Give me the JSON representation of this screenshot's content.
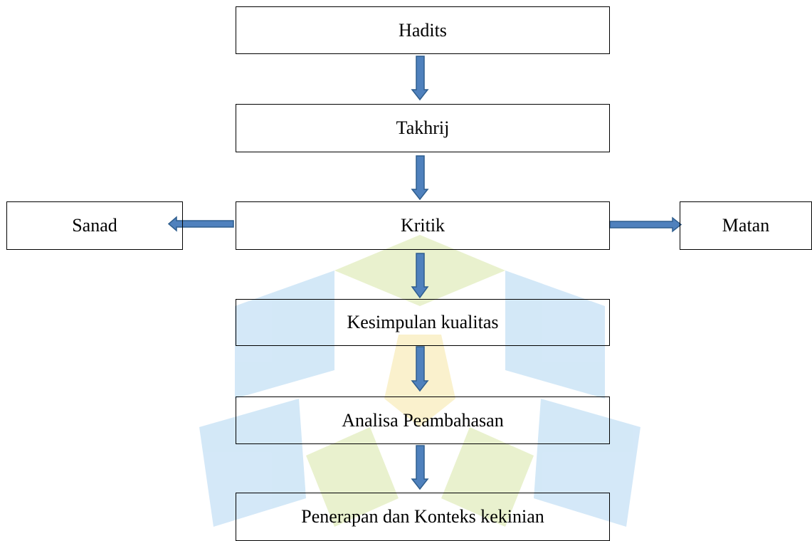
{
  "nodes": {
    "hadits": "Hadits",
    "takhrij": "Takhrij",
    "kritik": "Kritik",
    "sanad": "Sanad",
    "matan": "Matan",
    "kesimpulan": "Kesimpulan kualitas",
    "analisa": "Analisa Peambahasan",
    "penerapan": "Penerapan dan Konteks kekinian"
  },
  "edges": [
    {
      "from": "hadits",
      "to": "takhrij"
    },
    {
      "from": "takhrij",
      "to": "kritik"
    },
    {
      "from": "kritik",
      "to": "sanad"
    },
    {
      "from": "kritik",
      "to": "matan"
    },
    {
      "from": "kritik",
      "to": "kesimpulan"
    },
    {
      "from": "kesimpulan",
      "to": "analisa"
    },
    {
      "from": "analisa",
      "to": "penerapan"
    }
  ],
  "colors": {
    "arrow_fill": "#4f81bd",
    "arrow_stroke": "#2f5e8e",
    "watermark_blue": "#cfe6f7",
    "watermark_green": "#e7f0c9",
    "watermark_yellow": "#faf0c8"
  }
}
